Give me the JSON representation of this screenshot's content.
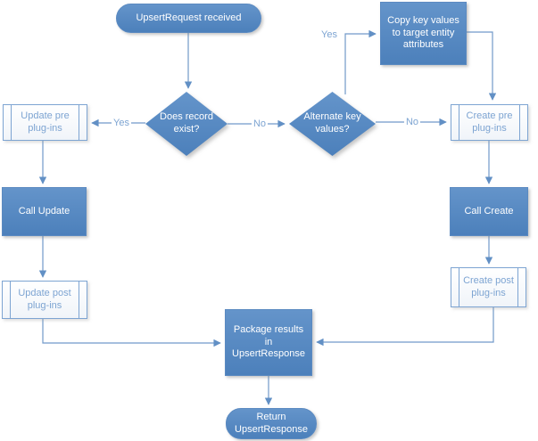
{
  "nodes": {
    "start": {
      "label": "UpsertRequest received",
      "shape": "terminator"
    },
    "copy_keys": {
      "label": "Copy key values to target entity attributes",
      "shape": "process"
    },
    "does_exist": {
      "label": "Does record exist?",
      "shape": "decision"
    },
    "alternate": {
      "label": "Alternate key values?",
      "shape": "decision"
    },
    "update_pre": {
      "label": "Update pre plug-ins",
      "shape": "predefined-process"
    },
    "call_update": {
      "label": "Call Update",
      "shape": "process"
    },
    "update_post": {
      "label": "Update post plug-ins",
      "shape": "predefined-process"
    },
    "create_pre": {
      "label": "Create pre plug-ins",
      "shape": "predefined-process"
    },
    "call_create": {
      "label": "Call Create",
      "shape": "process"
    },
    "create_post": {
      "label": "Create post plug-ins",
      "shape": "predefined-process"
    },
    "package": {
      "label": "Package results in UpsertResponse",
      "shape": "process"
    },
    "return": {
      "label": "Return UpsertResponse",
      "shape": "terminator"
    }
  },
  "edge_labels": {
    "yes_to_update": "Yes",
    "no_to_alternate": "No",
    "yes_to_copy": "Yes",
    "no_to_create": "No"
  },
  "colors": {
    "shape_fill_top": "#6494ca",
    "shape_fill_bottom": "#4c80bb",
    "shape_border": "#5b8ac1",
    "light_box_border": "#7da4d2",
    "light_box_text": "#7da4d2",
    "connector": "#7199c9",
    "arrowhead": "#6290c5",
    "text_on_fill": "#ffffff",
    "background": "#ffffff"
  }
}
